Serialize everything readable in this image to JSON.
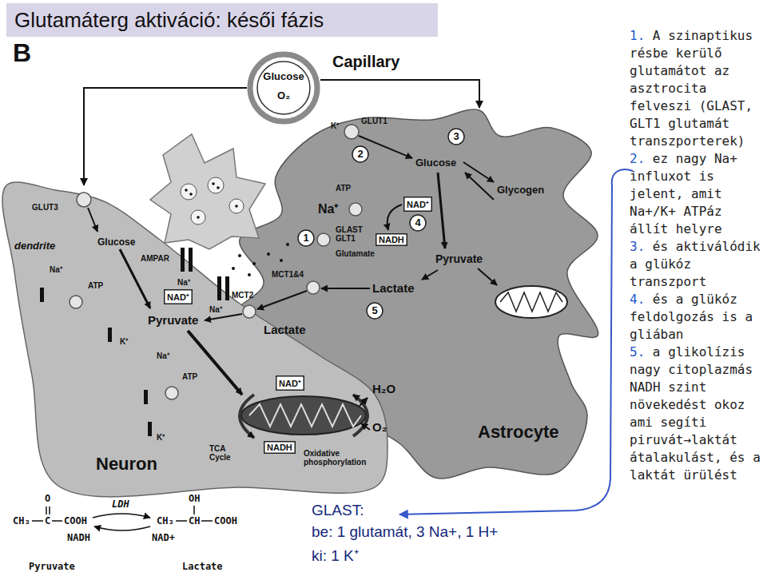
{
  "diagram": {
    "title": "Glutamáterg aktiváció: késői fázis",
    "nodes": [
      {
        "text": [
          "Capillary",
          "Glucose",
          "O₂"
        ]
      },
      {
        "text": [
          "Neuron"
        ]
      },
      {
        "text": [
          "NAD⁺"
        ],
        "in": 1
      },
      {
        "text": [
          "NAD⁺"
        ],
        "in": 1
      },
      {
        "text": [
          "NADH"
        ],
        "in": 1
      },
      {
        "text": [
          "Astrocyte"
        ]
      },
      {
        "text": [
          "1"
        ],
        "in": 5
      },
      {
        "text": [
          "2"
        ],
        "in": 5
      },
      {
        "text": [
          "3"
        ],
        "in": 5
      },
      {
        "text": [
          "NAD⁺"
        ],
        "in": 5
      },
      {
        "text": [
          "4"
        ],
        "in": 5
      },
      {
        "text": [
          "NADH"
        ],
        "in": 5
      },
      {
        "text": [
          "5"
        ],
        "in": 5
      }
    ],
    "edges": [
      {
        "from": 0,
        "to": 1,
        "arrow": "to"
      },
      {
        "from": 0,
        "to": 5,
        "arrow": "to"
      }
    ],
    "labels": [
      "B",
      "K⁺",
      "GLUT1",
      "GLUT3",
      "dendrite",
      "Glucose",
      "AMPAR",
      "Na⁺",
      "Na⁺",
      "Na⁺",
      "ATP",
      "Pyruvate",
      "MCT2",
      "Lactate",
      "MCT1&4",
      "K⁺",
      "Na⁺",
      "ATP",
      "K⁺",
      "TCA Cycle",
      "Oxidative phosphorylation",
      "H₂O",
      "O₂",
      "ATP",
      "Na⁺",
      "GLAST GLT1",
      "Glutamate",
      "Glucose",
      "Glycogen",
      "Pyruvate",
      "Lactate",
      "O",
      "CH₃",
      "C",
      "COOH",
      "LDH",
      "NADH",
      "NAD+",
      "OH",
      "CH₃",
      "CH",
      "COOH",
      "Pyruvate",
      "Lactate",
      "GLAST:",
      "be: 1 glutamát, 3 Na+, 1 H+",
      "ki: 1 K⁺",
      "1.",
      "A szinaptikus résbe kerülő glutamátot az asztrocita felveszi (GLAST, GLT1 glutamát transzporterek)",
      "2.",
      "ez nagy Na+ influxot is jelent, amit Na+/K+ ATPáz állít helyre",
      "3.",
      "és aktiválódik a glükóz transzport",
      "4.",
      "és a glükóz feldolgozás is a gliában",
      "5.",
      "a glikolízis nagy citoplazmás NADH szint növekedést okoz ami segíti piruvát→laktát átalakulást, és a laktát ürülést"
    ]
  }
}
